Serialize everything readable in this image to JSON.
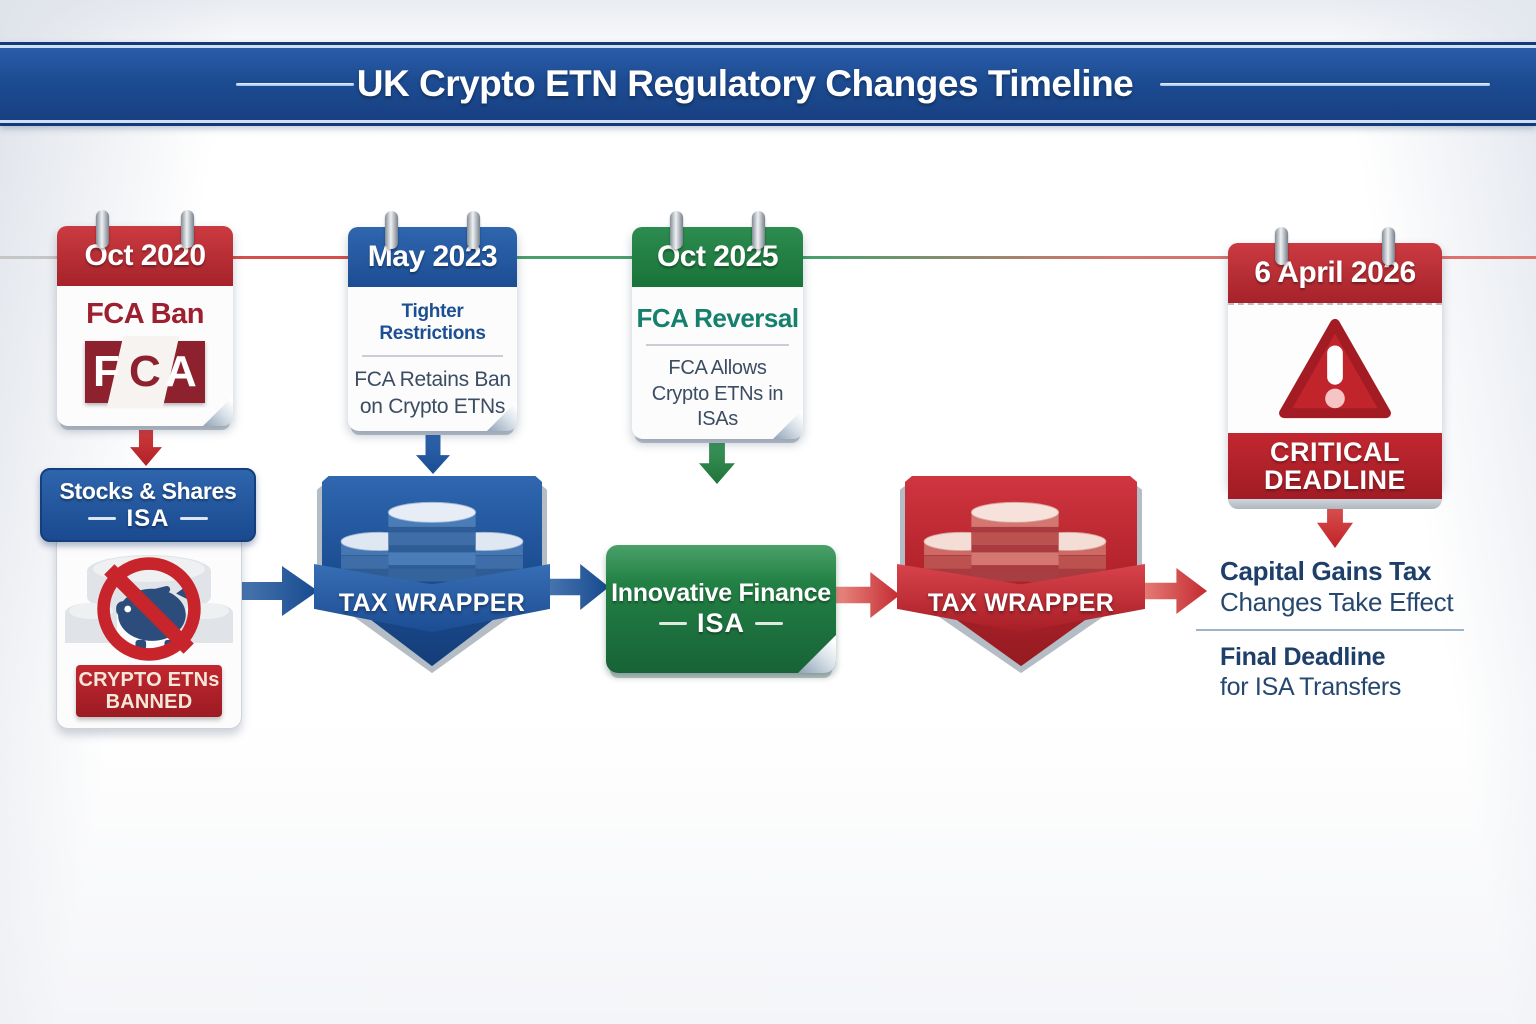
{
  "header": {
    "title": "UK Crypto ETN Regulatory Changes Timeline"
  },
  "calendars": [
    {
      "date": "Oct 2020",
      "heading": "FCA Ban",
      "logo_letters": [
        "F",
        "C",
        "A"
      ]
    },
    {
      "date": "May 2023",
      "heading": "Tighter Restrictions",
      "body_line1": "FCA Retains Ban",
      "body_line2": "on Crypto ETNs"
    },
    {
      "date": "Oct 2025",
      "heading": "FCA Reversal",
      "body_line1": "FCA Allows",
      "body_line2": "Crypto ETNs in ISAs"
    },
    {
      "date": "6 April 2026",
      "warning_line1": "CRITICAL",
      "warning_line2": "DEADLINE"
    }
  ],
  "flow": {
    "stocks_isa": {
      "line1": "Stocks & Shares",
      "line2": "ISA",
      "banned_line1": "CRYPTO ETNs",
      "banned_line2": "BANNED"
    },
    "tax_wrapper_blue": {
      "label": "TAX WRAPPER"
    },
    "innovative_isa": {
      "line1": "Innovative Finance",
      "line2": "ISA"
    },
    "tax_wrapper_red": {
      "label": "TAX WRAPPER"
    },
    "outcome": {
      "line1": "Capital Gains Tax",
      "line2": "Changes Take Effect",
      "line3": "Final Deadline",
      "line4": "for ISA Transfers"
    }
  },
  "icons": {
    "binder_rings": "binder-ring-icon",
    "fca_logo": "fca-logo-icon",
    "warning_triangle": "warning-triangle-icon",
    "crypto_banned": "no-entry-piggy-bank-icon",
    "coin_stacks": "coin-stack-icon"
  },
  "colors": {
    "banner_blue": "#1d4c93",
    "milestone_red": "#b5242c",
    "milestone_blue": "#1e559e",
    "milestone_green": "#1f7e40",
    "alert_red": "#c8232b",
    "teal_heading": "#15806b",
    "dark_red_heading": "#9c2030",
    "navy_text": "#1e3f69",
    "body_text": "#3c4d63",
    "timeline_gray": "#c6c6c6"
  }
}
